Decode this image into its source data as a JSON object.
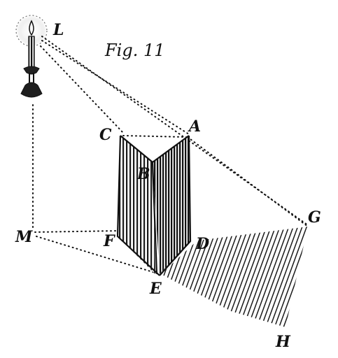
{
  "figure": {
    "title": "Fig. 11",
    "points": {
      "L": "L",
      "A": "A",
      "C": "C",
      "B": "B",
      "G": "G",
      "M": "M",
      "F": "F",
      "D": "D",
      "E": "E",
      "H": "H"
    },
    "ink_color": "#111111",
    "paper_color": "#ffffff",
    "shadow_color": "#2a2a2a",
    "candle_icon": "candle-icon"
  }
}
